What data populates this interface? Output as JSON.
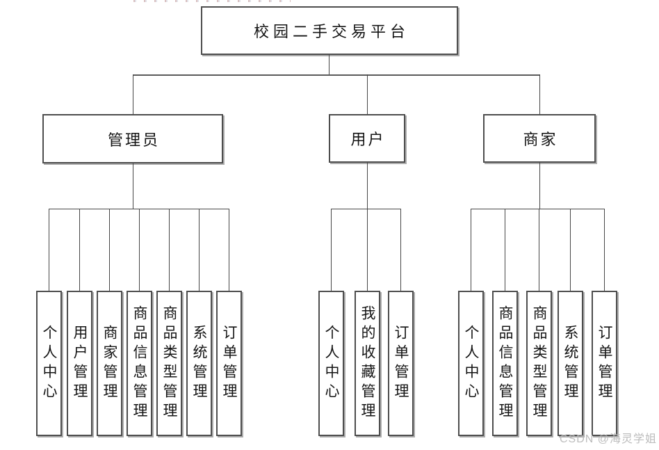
{
  "diagram": {
    "root": {
      "label": "校园二手交易平台"
    },
    "groups": [
      {
        "label": "管理员",
        "leaves": [
          "个人中心",
          "用户管理",
          "商家管理",
          "商品信息管理",
          "商品类型管理",
          "系统管理",
          "订单管理"
        ]
      },
      {
        "label": "用户",
        "leaves": [
          "个人中心",
          "我的收藏管理",
          "订单管理"
        ]
      },
      {
        "label": "商家",
        "leaves": [
          "个人中心",
          "商品信息管理",
          "商品类型管理",
          "系统管理",
          "订单管理"
        ]
      }
    ],
    "line_color": "#454545",
    "border_color": "#4d4d4d"
  },
  "watermark": {
    "text": "CSDN @海灵学姐",
    "color": "#bcbcbc"
  }
}
